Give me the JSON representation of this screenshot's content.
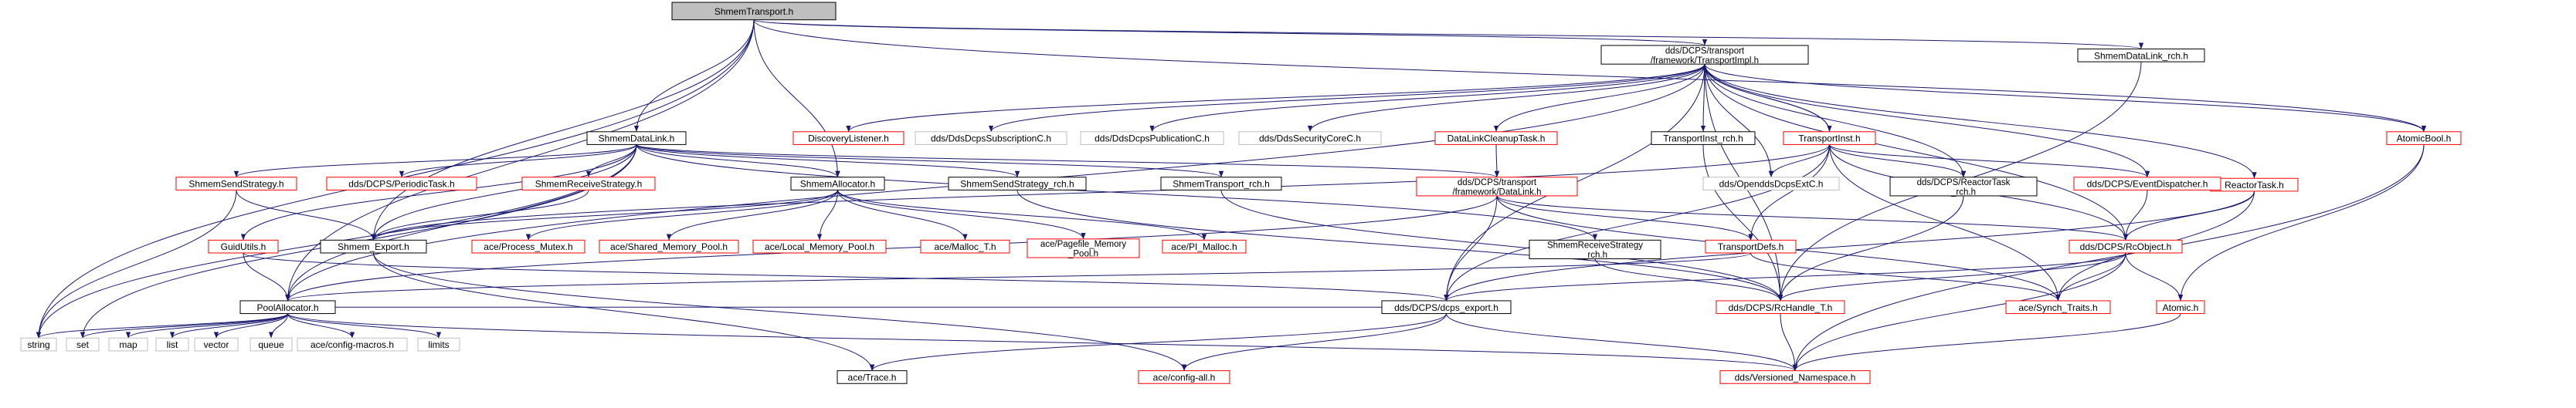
{
  "title": "ShmemTransport.h",
  "colors": {
    "root_fill": "#bfbfbf",
    "node_border_black": "#000000",
    "node_border_red": "#ff0000",
    "node_border_gray": "#bfbfbf",
    "edge": "#191970"
  },
  "nodes": {
    "root": {
      "label": "ShmemTransport.h",
      "style": "root"
    },
    "transportimpl": {
      "label": [
        "dds/DCPS/transport",
        "/framework/TransportImpl.h"
      ],
      "style": "black"
    },
    "shmemdl": {
      "label": "ShmemDataLink.h",
      "style": "black"
    },
    "shmemdl_rch": {
      "label": "ShmemDataLink_rch.h",
      "style": "black"
    },
    "atomicbool": {
      "label": "AtomicBool.h",
      "style": "red"
    },
    "discovery": {
      "label": "DiscoveryListener.h",
      "style": "red"
    },
    "subC": {
      "label": "dds/DdsDcpsSubscriptionC.h",
      "style": "gray"
    },
    "pubC": {
      "label": "dds/DdsDcpsPublicationC.h",
      "style": "gray"
    },
    "secC": {
      "label": "dds/DdsSecurityCoreC.h",
      "style": "gray"
    },
    "dlcleanup": {
      "label": "DataLinkCleanupTask.h",
      "style": "red"
    },
    "tinst_rch": {
      "label": "TransportInst_rch.h",
      "style": "black"
    },
    "tinst": {
      "label": "TransportInst.h",
      "style": "red"
    },
    "reactortask": {
      "label": "ReactorTask.h",
      "style": "red"
    },
    "sendstrat": {
      "label": "ShmemSendStrategy.h",
      "style": "red"
    },
    "periodic": {
      "label": "dds/DCPS/PeriodicTask.h",
      "style": "red"
    },
    "recvstrat": {
      "label": "ShmemReceiveStrategy.h",
      "style": "red"
    },
    "allocator": {
      "label": "ShmemAllocator.h",
      "style": "black"
    },
    "sendstrat_rch": {
      "label": "ShmemSendStrategy_rch.h",
      "style": "black"
    },
    "transport_rch": {
      "label": "ShmemTransport_rch.h",
      "style": "black"
    },
    "datalink": {
      "label": [
        "dds/DCPS/transport",
        "/framework/DataLink.h"
      ],
      "style": "red"
    },
    "extc": {
      "label": "dds/OpenddsDcpsExtC.h",
      "style": "gray"
    },
    "reactortask_rch": {
      "label": [
        "dds/DCPS/ReactorTask",
        "_rch.h"
      ],
      "style": "black"
    },
    "eventdisp": {
      "label": "dds/DCPS/EventDispatcher.h",
      "style": "red"
    },
    "guidutils": {
      "label": "GuidUtils.h",
      "style": "red"
    },
    "shmem_export": {
      "label": "Shmem_Export.h",
      "style": "black"
    },
    "mutex": {
      "label": "ace/Process_Mutex.h",
      "style": "red"
    },
    "sharedmem": {
      "label": "ace/Shared_Memory_Pool.h",
      "style": "red"
    },
    "localmem": {
      "label": "ace/Local_Memory_Pool.h",
      "style": "red"
    },
    "malloc": {
      "label": "ace/Malloc_T.h",
      "style": "red"
    },
    "pagefile": {
      "label": [
        "ace/Pagefile_Memory",
        "_Pool.h"
      ],
      "style": "red"
    },
    "pimalloc": {
      "label": "ace/PI_Malloc.h",
      "style": "red"
    },
    "recvstrat_rch": {
      "label": [
        "ShmemReceiveStrategy",
        "_rch.h"
      ],
      "style": "black"
    },
    "transportdefs": {
      "label": "TransportDefs.h",
      "style": "red"
    },
    "rcobject": {
      "label": "dds/DCPS/RcObject.h",
      "style": "red"
    },
    "poolalloc": {
      "label": "PoolAllocator.h",
      "style": "black"
    },
    "dcps_export": {
      "label": "dds/DCPS/dcps_export.h",
      "style": "black"
    },
    "rchandle": {
      "label": "dds/DCPS/RcHandle_T.h",
      "style": "red"
    },
    "synch": {
      "label": "ace/Synch_Traits.h",
      "style": "red"
    },
    "atomic": {
      "label": "Atomic.h",
      "style": "red"
    },
    "string": {
      "label": "string",
      "style": "gray"
    },
    "set": {
      "label": "set",
      "style": "gray"
    },
    "map": {
      "label": "map",
      "style": "gray"
    },
    "list": {
      "label": "list",
      "style": "gray"
    },
    "vector": {
      "label": "vector",
      "style": "gray"
    },
    "queue": {
      "label": "queue",
      "style": "gray"
    },
    "configmacros": {
      "label": "ace/config-macros.h",
      "style": "gray"
    },
    "limits": {
      "label": "limits",
      "style": "gray"
    },
    "trace": {
      "label": "ace/Trace.h",
      "style": "black"
    },
    "configall": {
      "label": "ace/config-all.h",
      "style": "red"
    },
    "versioned": {
      "label": "dds/Versioned_Namespace.h",
      "style": "red"
    }
  },
  "edges": [
    [
      "root",
      "transportimpl"
    ],
    [
      "root",
      "shmemdl"
    ],
    [
      "root",
      "shmemdl_rch"
    ],
    [
      "root",
      "atomicbool"
    ],
    [
      "root",
      "string"
    ],
    [
      "root",
      "poolalloc"
    ],
    [
      "root",
      "allocator"
    ],
    [
      "root",
      "shmem_export"
    ],
    [
      "transportimpl",
      "discovery"
    ],
    [
      "transportimpl",
      "subC"
    ],
    [
      "transportimpl",
      "pubC"
    ],
    [
      "transportimpl",
      "secC"
    ],
    [
      "transportimpl",
      "dlcleanup"
    ],
    [
      "transportimpl",
      "tinst_rch"
    ],
    [
      "transportimpl",
      "tinst"
    ],
    [
      "transportimpl",
      "extc"
    ],
    [
      "transportimpl",
      "reactortask_rch"
    ],
    [
      "transportimpl",
      "eventdisp"
    ],
    [
      "transportimpl",
      "reactortask"
    ],
    [
      "transportimpl",
      "atomicbool"
    ],
    [
      "transportimpl",
      "rcobject"
    ],
    [
      "transportimpl",
      "dcps_export"
    ],
    [
      "transportimpl",
      "poolalloc"
    ],
    [
      "transportimpl",
      "rchandle"
    ],
    [
      "shmemdl_rch",
      "rchandle"
    ],
    [
      "shmemdl",
      "sendstrat"
    ],
    [
      "shmemdl",
      "periodic"
    ],
    [
      "shmemdl",
      "recvstrat"
    ],
    [
      "shmemdl",
      "allocator"
    ],
    [
      "shmemdl",
      "sendstrat_rch"
    ],
    [
      "shmemdl",
      "transport_rch"
    ],
    [
      "shmemdl",
      "datalink"
    ],
    [
      "shmemdl",
      "recvstrat_rch"
    ],
    [
      "shmemdl",
      "guidutils"
    ],
    [
      "shmemdl",
      "shmem_export"
    ],
    [
      "shmemdl",
      "string"
    ],
    [
      "shmemdl",
      "set"
    ],
    [
      "shmemdl",
      "poolalloc"
    ],
    [
      "dlcleanup",
      "datalink"
    ],
    [
      "tinst",
      "transportimpl"
    ],
    [
      "tinst",
      "extc"
    ],
    [
      "tinst",
      "reactortask_rch"
    ],
    [
      "tinst",
      "eventdisp"
    ],
    [
      "tinst",
      "transportdefs"
    ],
    [
      "tinst",
      "rcobject"
    ],
    [
      "tinst",
      "synch"
    ],
    [
      "tinst",
      "dcps_export"
    ],
    [
      "tinst",
      "shmem_export"
    ],
    [
      "tinst_rch",
      "rchandle"
    ],
    [
      "reactortask",
      "rcobject"
    ],
    [
      "reactortask",
      "synch"
    ],
    [
      "reactortask",
      "dcps_export"
    ],
    [
      "reactortask_rch",
      "rchandle"
    ],
    [
      "eventdisp",
      "rcobject"
    ],
    [
      "atomicbool",
      "atomic"
    ],
    [
      "atomicbool",
      "versioned"
    ],
    [
      "sendstrat",
      "shmem_export"
    ],
    [
      "sendstrat",
      "string"
    ],
    [
      "recvstrat",
      "shmem_export"
    ],
    [
      "allocator",
      "mutex"
    ],
    [
      "allocator",
      "sharedmem"
    ],
    [
      "allocator",
      "localmem"
    ],
    [
      "allocator",
      "malloc"
    ],
    [
      "allocator",
      "pagefile"
    ],
    [
      "allocator",
      "pimalloc"
    ],
    [
      "allocator",
      "shmem_export"
    ],
    [
      "sendstrat_rch",
      "rchandle"
    ],
    [
      "transport_rch",
      "rchandle"
    ],
    [
      "datalink",
      "transportdefs"
    ],
    [
      "datalink",
      "rcobject"
    ],
    [
      "datalink",
      "dcps_export"
    ],
    [
      "datalink",
      "poolalloc"
    ],
    [
      "datalink",
      "synch"
    ],
    [
      "recvstrat_rch",
      "rchandle"
    ],
    [
      "guidutils",
      "poolalloc"
    ],
    [
      "guidutils",
      "dcps_export"
    ],
    [
      "shmem_export",
      "trace"
    ],
    [
      "shmem_export",
      "configall"
    ],
    [
      "transportdefs",
      "synch"
    ],
    [
      "transportdefs",
      "poolalloc"
    ],
    [
      "rcobject",
      "dcps_export"
    ],
    [
      "rcobject",
      "rchandle"
    ],
    [
      "rcobject",
      "synch"
    ],
    [
      "rcobject",
      "atomic"
    ],
    [
      "rcobject",
      "versioned"
    ],
    [
      "poolalloc",
      "string"
    ],
    [
      "poolalloc",
      "set"
    ],
    [
      "poolalloc",
      "map"
    ],
    [
      "poolalloc",
      "list"
    ],
    [
      "poolalloc",
      "vector"
    ],
    [
      "poolalloc",
      "queue"
    ],
    [
      "poolalloc",
      "configmacros"
    ],
    [
      "poolalloc",
      "limits"
    ],
    [
      "poolalloc",
      "dcps_export"
    ],
    [
      "poolalloc",
      "versioned"
    ],
    [
      "dcps_export",
      "trace"
    ],
    [
      "dcps_export",
      "configall"
    ],
    [
      "dcps_export",
      "versioned"
    ],
    [
      "rchandle",
      "versioned"
    ],
    [
      "atomic",
      "versioned"
    ]
  ]
}
